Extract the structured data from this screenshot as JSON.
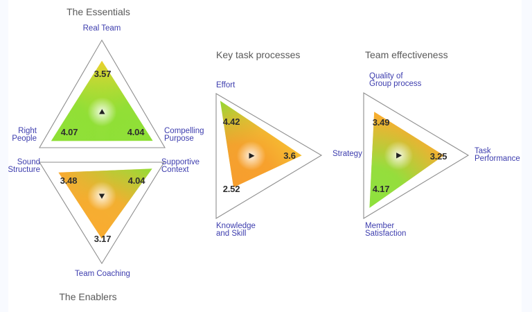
{
  "page": {
    "background": "#ffffff",
    "margin_strip_color": "#f8faff"
  },
  "colors": {
    "outline": "#8e8e8e",
    "marker": "#222222",
    "label_blue": "#3d3dae",
    "title_gray": "#595959",
    "value_text": "#2e2e2e",
    "green": "#8cdf33",
    "gold": "#f4d02c",
    "orange": "#f7ab2e",
    "deep_orange": "#f79d2c"
  },
  "chart_data": [
    {
      "type": "triangle-radar",
      "title": "The Essentials",
      "orientation": "up",
      "scale_max": 5,
      "legend_position": "none",
      "axes": [
        {
          "label": "Real Team",
          "value": 3.57,
          "color": "#f4d02c"
        },
        {
          "label": "Right People",
          "value": 4.07,
          "color": "#8cdf33"
        },
        {
          "label": "Compelling Purpose",
          "value": 4.04,
          "color": "#8cdf33"
        }
      ]
    },
    {
      "type": "triangle-radar",
      "title": "The Enablers",
      "orientation": "down",
      "scale_max": 5,
      "legend_position": "none",
      "axes": [
        {
          "label": "Sound Structure",
          "value": 3.48,
          "color": "#f7a92f"
        },
        {
          "label": "Supportive Context",
          "value": 4.04,
          "color": "#8cdf33"
        },
        {
          "label": "Team Coaching",
          "value": 3.17,
          "color": "#f8ab2e"
        }
      ]
    },
    {
      "type": "triangle-radar",
      "title": "Key task processes",
      "orientation": "right",
      "scale_max": 5,
      "legend_position": "none",
      "axes": [
        {
          "label": "Effort",
          "value": 4.42,
          "color": "#8cdf33"
        },
        {
          "label": "Strategy",
          "value": 3.6,
          "color": "#f5cf30"
        },
        {
          "label": "Knowledge and Skill",
          "value": 2.52,
          "color": "#f79d2c"
        }
      ]
    },
    {
      "type": "triangle-radar",
      "title": "Team effectiveness",
      "orientation": "right",
      "scale_max": 5,
      "legend_position": "none",
      "axes": [
        {
          "label": "Quality of Group process",
          "value": 3.49,
          "color": "#f6ae2e"
        },
        {
          "label": "Task Performance",
          "value": 3.25,
          "color": "#f6ac2e"
        },
        {
          "label": "Member Satisfaction",
          "value": 4.17,
          "color": "#8de03a"
        }
      ]
    }
  ]
}
